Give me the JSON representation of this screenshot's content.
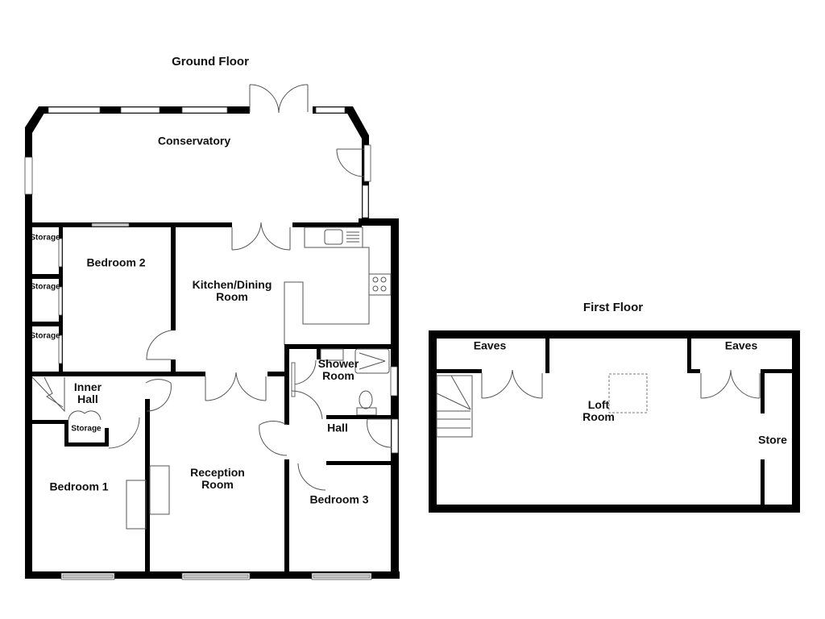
{
  "ground_floor": {
    "title": "Ground Floor",
    "rooms": {
      "conservatory": "Conservatory",
      "storage_1": "Storage",
      "storage_2": "Storage",
      "storage_3": "Storage",
      "bedroom_2": "Bedroom 2",
      "kitchen_dining": "Kitchen/Dining\nRoom",
      "shower_room": "Shower\nRoom",
      "inner_hall": "Inner\nHall",
      "inner_storage": "Storage",
      "hall": "Hall",
      "bedroom_1": "Bedroom 1",
      "reception_room": "Reception\nRoom",
      "bedroom_3": "Bedroom 3"
    }
  },
  "first_floor": {
    "title": "First Floor",
    "rooms": {
      "eaves_left": "Eaves",
      "eaves_right": "Eaves",
      "loft_room": "Loft\nRoom",
      "store": "Store"
    }
  },
  "colors": {
    "wall": "#000000",
    "fixture_line": "#555555",
    "window_glass": "#c8c8c8",
    "background": "#ffffff"
  }
}
